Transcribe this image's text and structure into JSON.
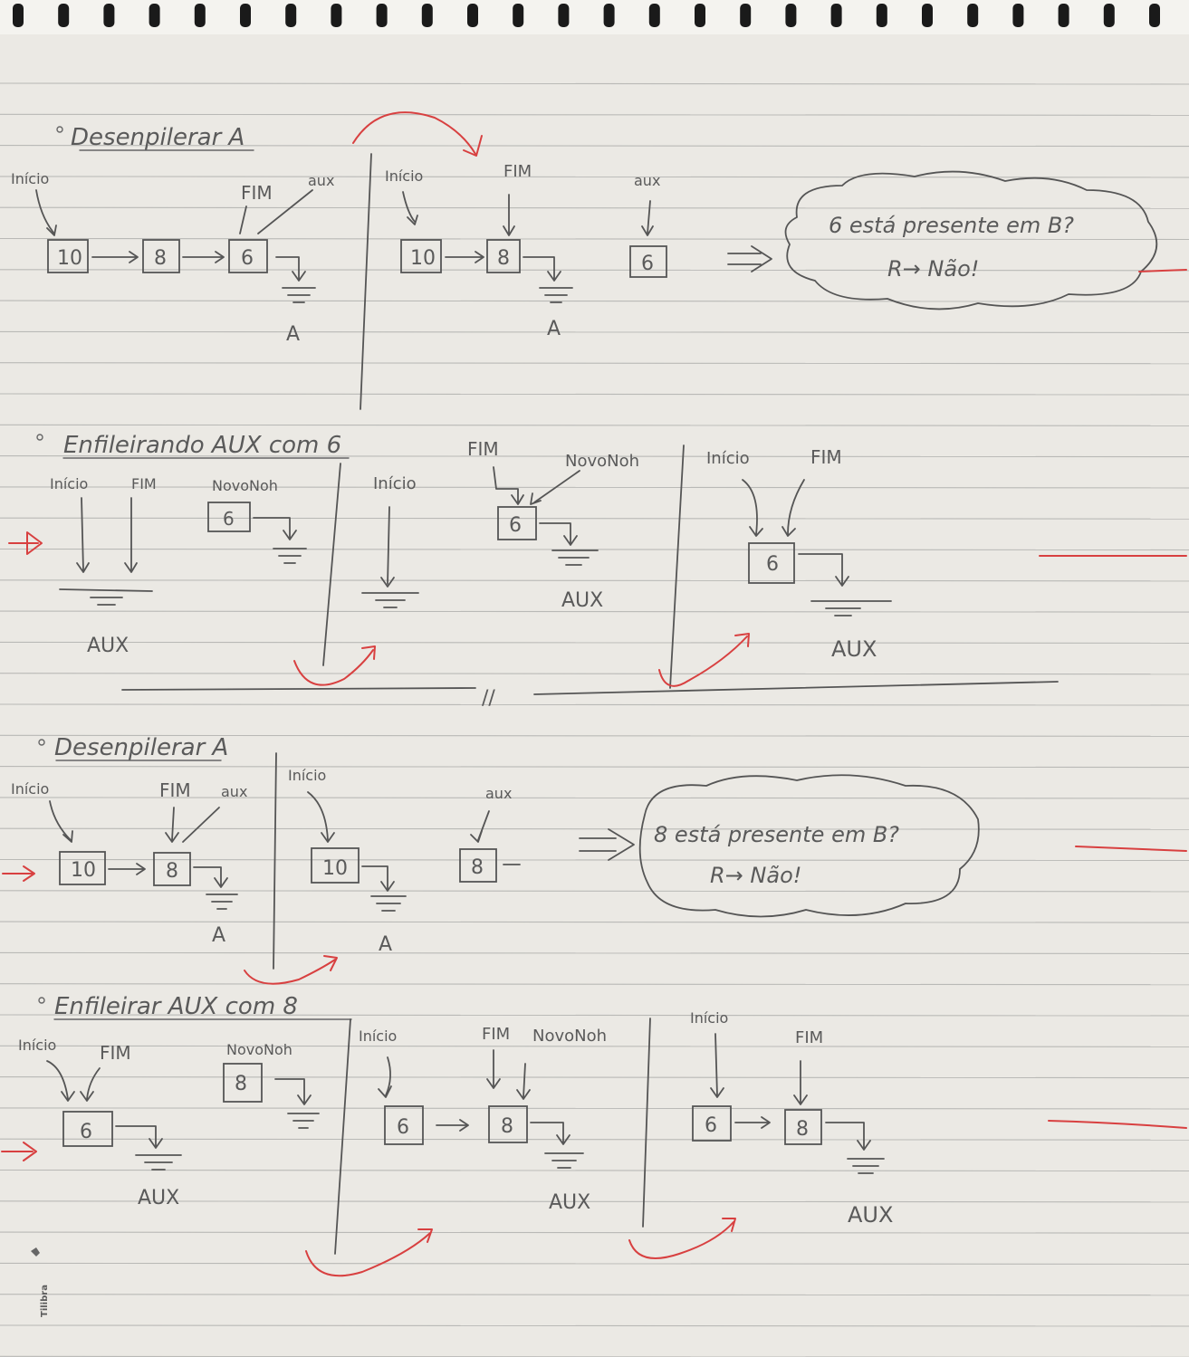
{
  "sections": {
    "s1": {
      "title": "Desenpilerar A",
      "panel1": {
        "inicio": "Início",
        "fim": "FIM",
        "aux": "aux",
        "nodes": [
          "10",
          "8",
          "6"
        ],
        "queue": "A"
      },
      "panel2": {
        "inicio": "Início",
        "fim": "FIM",
        "aux": "aux",
        "nodes": [
          "10",
          "8"
        ],
        "aux_node": "6",
        "queue": "A"
      },
      "cloud": {
        "line1": "6 está presente em B?",
        "line2": "R→ Não!"
      }
    },
    "s2": {
      "title": "Enfileirando AUX com 6",
      "panel1": {
        "inicio": "Início",
        "fim": "FIM",
        "novo": "NovoNoh",
        "novo_node": "6",
        "queue": "AUX"
      },
      "panel2": {
        "inicio": "Início",
        "fim": "FIM",
        "novo": "NovoNoh",
        "node": "6",
        "queue": "AUX"
      },
      "panel3": {
        "inicio": "Início",
        "fim": "FIM",
        "node": "6",
        "queue": "AUX"
      },
      "separator": "//"
    },
    "s3": {
      "title": "Desenpilerar A",
      "panel1": {
        "inicio": "Início",
        "fim": "FIM",
        "aux": "aux",
        "nodes": [
          "10",
          "8"
        ],
        "queue": "A"
      },
      "panel2": {
        "inicio": "Início",
        "aux": "aux",
        "nodes": [
          "10"
        ],
        "aux_node": "8",
        "queue": "A"
      },
      "cloud": {
        "line1": "8 está presente em B?",
        "line2": "R→ Não!"
      }
    },
    "s4": {
      "title": "Enfileirar AUX com 8",
      "panel1": {
        "inicio": "Início",
        "fim": "FIM",
        "novo": "NovoNoh",
        "node": "6",
        "novo_node": "8",
        "queue": "AUX"
      },
      "panel2": {
        "inicio": "Início",
        "fim": "FIM",
        "novo": "NovoNoh",
        "nodes": [
          "6",
          "8"
        ],
        "queue": "AUX"
      },
      "panel3": {
        "inicio": "Início",
        "fim": "FIM",
        "nodes": [
          "6",
          "8"
        ],
        "queue": "AUX"
      }
    }
  },
  "brand": "Tilibra",
  "colors": {
    "paper": "#ebe9e4",
    "pencil": "#555555",
    "red_pen": "#d84040",
    "rule": "#b9b9b6"
  }
}
